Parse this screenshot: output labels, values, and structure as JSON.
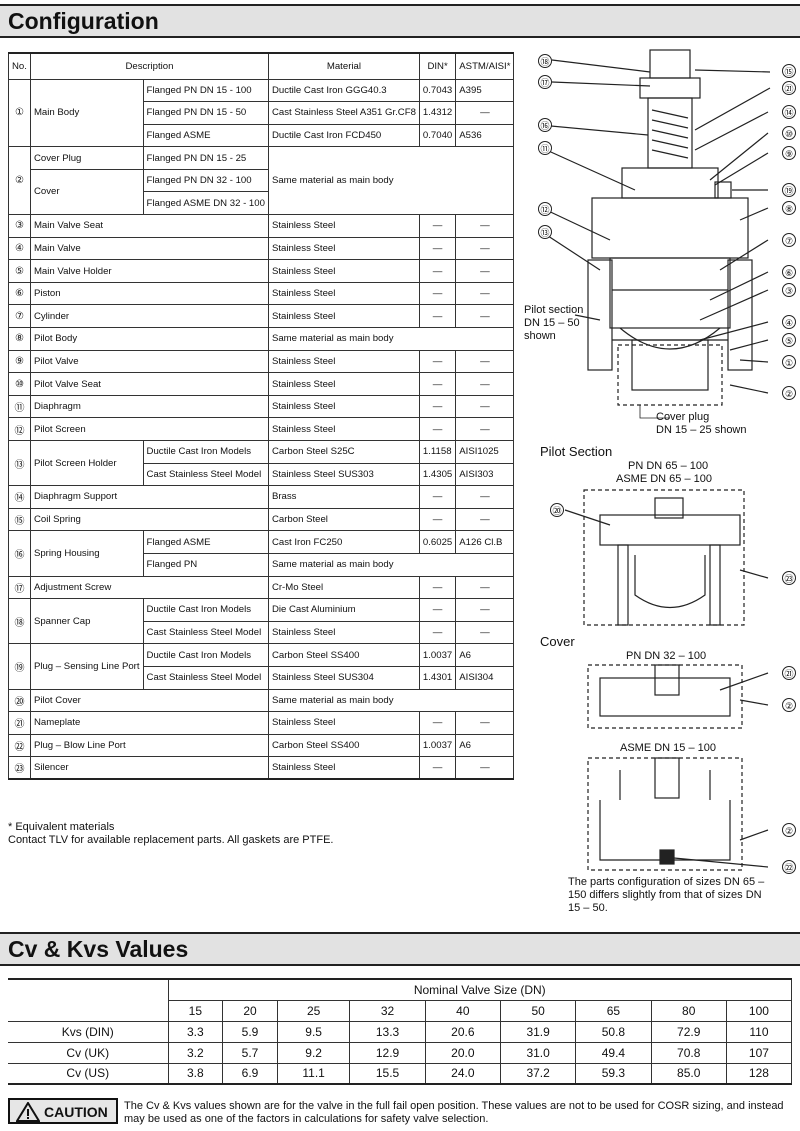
{
  "config_title": "Configuration",
  "headers": {
    "no": "No.",
    "description": "Description",
    "material": "Material",
    "din": "DIN*",
    "astm": "ASTM/AISI*"
  },
  "rows": {
    "r1": {
      "no": "①",
      "desc": "Main Body",
      "sub": [
        "Flanged PN DN 15 - 100",
        "Flanged PN DN 15 - 50",
        "Flanged ASME"
      ],
      "mat": [
        "Ductile Cast Iron GGG40.3",
        "Cast Stainless Steel A351 Gr.CF8",
        "Ductile Cast Iron FCD450"
      ],
      "din": [
        "0.7043",
        "1.4312",
        "0.7040"
      ],
      "astm": [
        "A395",
        "—",
        "A536"
      ]
    },
    "r2": {
      "no": "②",
      "desc_a": "Cover Plug",
      "desc_b": "Cover",
      "sub": [
        "Flanged PN DN 15 - 25",
        "Flanged PN DN 32 - 100",
        "Flanged ASME DN 32 - 100"
      ],
      "mat": "Same material as main body"
    },
    "r3": {
      "no": "③",
      "desc": "Main Valve Seat",
      "mat": "Stainless Steel",
      "din": "—",
      "astm": "—"
    },
    "r4": {
      "no": "④",
      "desc": "Main Valve",
      "mat": "Stainless Steel",
      "din": "—",
      "astm": "—"
    },
    "r5": {
      "no": "⑤",
      "desc": "Main Valve Holder",
      "mat": "Stainless Steel",
      "din": "—",
      "astm": "—"
    },
    "r6": {
      "no": "⑥",
      "desc": "Piston",
      "mat": "Stainless Steel",
      "din": "—",
      "astm": "—"
    },
    "r7": {
      "no": "⑦",
      "desc": "Cylinder",
      "mat": "Stainless Steel",
      "din": "—",
      "astm": "—"
    },
    "r8": {
      "no": "⑧",
      "desc": "Pilot Body",
      "mat": "Same material as main body"
    },
    "r9": {
      "no": "⑨",
      "desc": "Pilot Valve",
      "mat": "Stainless Steel",
      "din": "—",
      "astm": "—"
    },
    "r10": {
      "no": "⑩",
      "desc": "Pilot Valve Seat",
      "mat": "Stainless Steel",
      "din": "—",
      "astm": "—"
    },
    "r11": {
      "no": "⑪",
      "desc": "Diaphragm",
      "mat": "Stainless Steel",
      "din": "—",
      "astm": "—"
    },
    "r12": {
      "no": "⑫",
      "desc": "Pilot Screen",
      "mat": "Stainless Steel",
      "din": "—",
      "astm": "—"
    },
    "r13": {
      "no": "⑬",
      "desc": "Pilot Screen Holder",
      "sub": [
        "Ductile Cast Iron Models",
        "Cast Stainless Steel Model"
      ],
      "mat": [
        "Carbon Steel S25C",
        "Stainless Steel SUS303"
      ],
      "din": [
        "1.1158",
        "1.4305"
      ],
      "astm": [
        "AISI1025",
        "AISI303"
      ]
    },
    "r14": {
      "no": "⑭",
      "desc": "Diaphragm Support",
      "mat": "Brass",
      "din": "—",
      "astm": "—"
    },
    "r15": {
      "no": "⑮",
      "desc": "Coil Spring",
      "mat": "Carbon Steel",
      "din": "—",
      "astm": "—"
    },
    "r16": {
      "no": "⑯",
      "desc": "Spring Housing",
      "sub": [
        "Flanged ASME",
        "Flanged PN"
      ],
      "mat": [
        "Cast Iron FC250",
        "Same material as main body"
      ],
      "din": "0.6025",
      "astm": "A126 Cl.B"
    },
    "r17": {
      "no": "⑰",
      "desc": "Adjustment Screw",
      "mat": "Cr-Mo Steel",
      "din": "—",
      "astm": "—"
    },
    "r18": {
      "no": "⑱",
      "desc": "Spanner Cap",
      "sub": [
        "Ductile Cast Iron Models",
        "Cast Stainless Steel Model"
      ],
      "mat": [
        "Die Cast Aluminium",
        "Stainless Steel"
      ],
      "din": [
        "—",
        "—"
      ],
      "astm": [
        "—",
        "—"
      ]
    },
    "r19": {
      "no": "⑲",
      "desc": "Plug – Sensing Line Port",
      "sub": [
        "Ductile Cast Iron Models",
        "Cast Stainless Steel Model"
      ],
      "mat": [
        "Carbon Steel SS400",
        "Stainless Steel SUS304"
      ],
      "din": [
        "1.0037",
        "1.4301"
      ],
      "astm": [
        "A6",
        "AISI304"
      ]
    },
    "r20": {
      "no": "⑳",
      "desc": "Pilot Cover",
      "mat": "Same material as main body"
    },
    "r21": {
      "no": "㉑",
      "desc": "Nameplate",
      "mat": "Stainless Steel",
      "din": "—",
      "astm": "—"
    },
    "r22": {
      "no": "㉒",
      "desc": "Plug – Blow Line Port",
      "mat": "Carbon Steel SS400",
      "din": "1.0037",
      "astm": "A6"
    },
    "r23": {
      "no": "㉓",
      "desc": "Silencer",
      "mat": "Stainless Steel",
      "din": "—",
      "astm": "—"
    }
  },
  "footnote1": "* Equivalent materials",
  "footnote2": "Contact TLV for available replacement parts. All gaskets are PTFE.",
  "diagram": {
    "pilot_section_label": "Pilot section",
    "pilot_section_sizes": "DN 15 – 50",
    "pilot_section_shown": "shown",
    "cover_plug_label": "Cover plug",
    "cover_plug_sizes": "DN 15 – 25 shown",
    "pilot_section_title": "Pilot Section",
    "pilot_pn": "PN DN 65 – 100",
    "pilot_asme": "ASME DN 65 – 100",
    "cover_title": "Cover",
    "cover_pn": "PN DN 32 – 100",
    "cover_asme": "ASME DN 15 – 100",
    "note": "The parts configuration of sizes DN 65 – 150 differs slightly from that of sizes DN 15 – 50.",
    "callouts": [
      "⑱",
      "⑰",
      "⑯",
      "⑪",
      "⑫",
      "⑬",
      "⑮",
      "㉑",
      "⑭",
      "⑩",
      "⑨",
      "⑲",
      "⑧",
      "⑦",
      "⑥",
      "③",
      "④",
      "⑤",
      "①",
      "②",
      "⑳",
      "㉓",
      "㉑",
      "②",
      "②",
      "㉒"
    ]
  },
  "cv_title": "Cv & Kvs Values",
  "cv": {
    "header": "Nominal Valve Size (DN)",
    "sizes": [
      "15",
      "20",
      "25",
      "32",
      "40",
      "50",
      "65",
      "80",
      "100"
    ],
    "rows": [
      {
        "label": "Kvs (DIN)",
        "values": [
          "3.3",
          "5.9",
          "9.5",
          "13.3",
          "20.6",
          "31.9",
          "50.8",
          "72.9",
          "110"
        ]
      },
      {
        "label": "Cv (UK)",
        "values": [
          "3.2",
          "5.7",
          "9.2",
          "12.9",
          "20.0",
          "31.0",
          "49.4",
          "70.8",
          "107"
        ]
      },
      {
        "label": "Cv (US)",
        "values": [
          "3.8",
          "6.9",
          "11.1",
          "15.5",
          "24.0",
          "37.2",
          "59.3",
          "85.0",
          "128"
        ]
      }
    ]
  },
  "caution": {
    "label": "CAUTION",
    "text": "The Cv & Kvs values shown are for the valve in the full fail open position. These values are not to be used for COSR sizing, and instead may be used as one of the factors in calculations for safety valve selection."
  }
}
